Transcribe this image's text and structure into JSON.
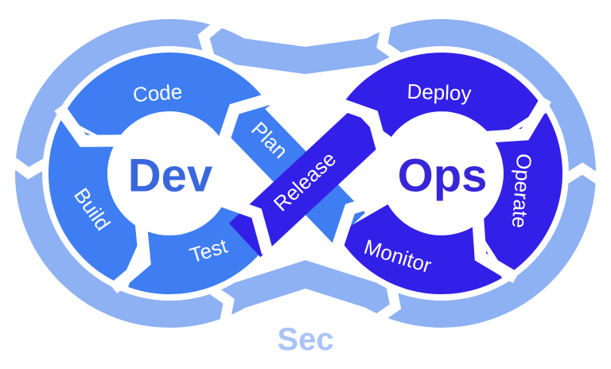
{
  "loops": {
    "dev": {
      "center_label": "Dev",
      "code_segment": "Code",
      "build_segment": "Build",
      "test_segment": "Test",
      "plan_band": "Plan"
    },
    "ops": {
      "center_label": "Ops",
      "deploy_segment": "Deploy",
      "operate_segment": "Operate",
      "monitor_segment": "Monitor",
      "release_band": "Release"
    },
    "sec": {
      "label": "Sec"
    }
  },
  "colors": {
    "dev_loop_blue": "#3f7ef2",
    "ops_loop_indigo": "#3320e8",
    "sec_ribbon_light_blue": "#8db1f2",
    "dev_text": "#3968dd",
    "ops_text": "#3726d8",
    "sec_text": "#a9c4f6",
    "label_text": "#ffffff",
    "background": "#ffffff"
  }
}
